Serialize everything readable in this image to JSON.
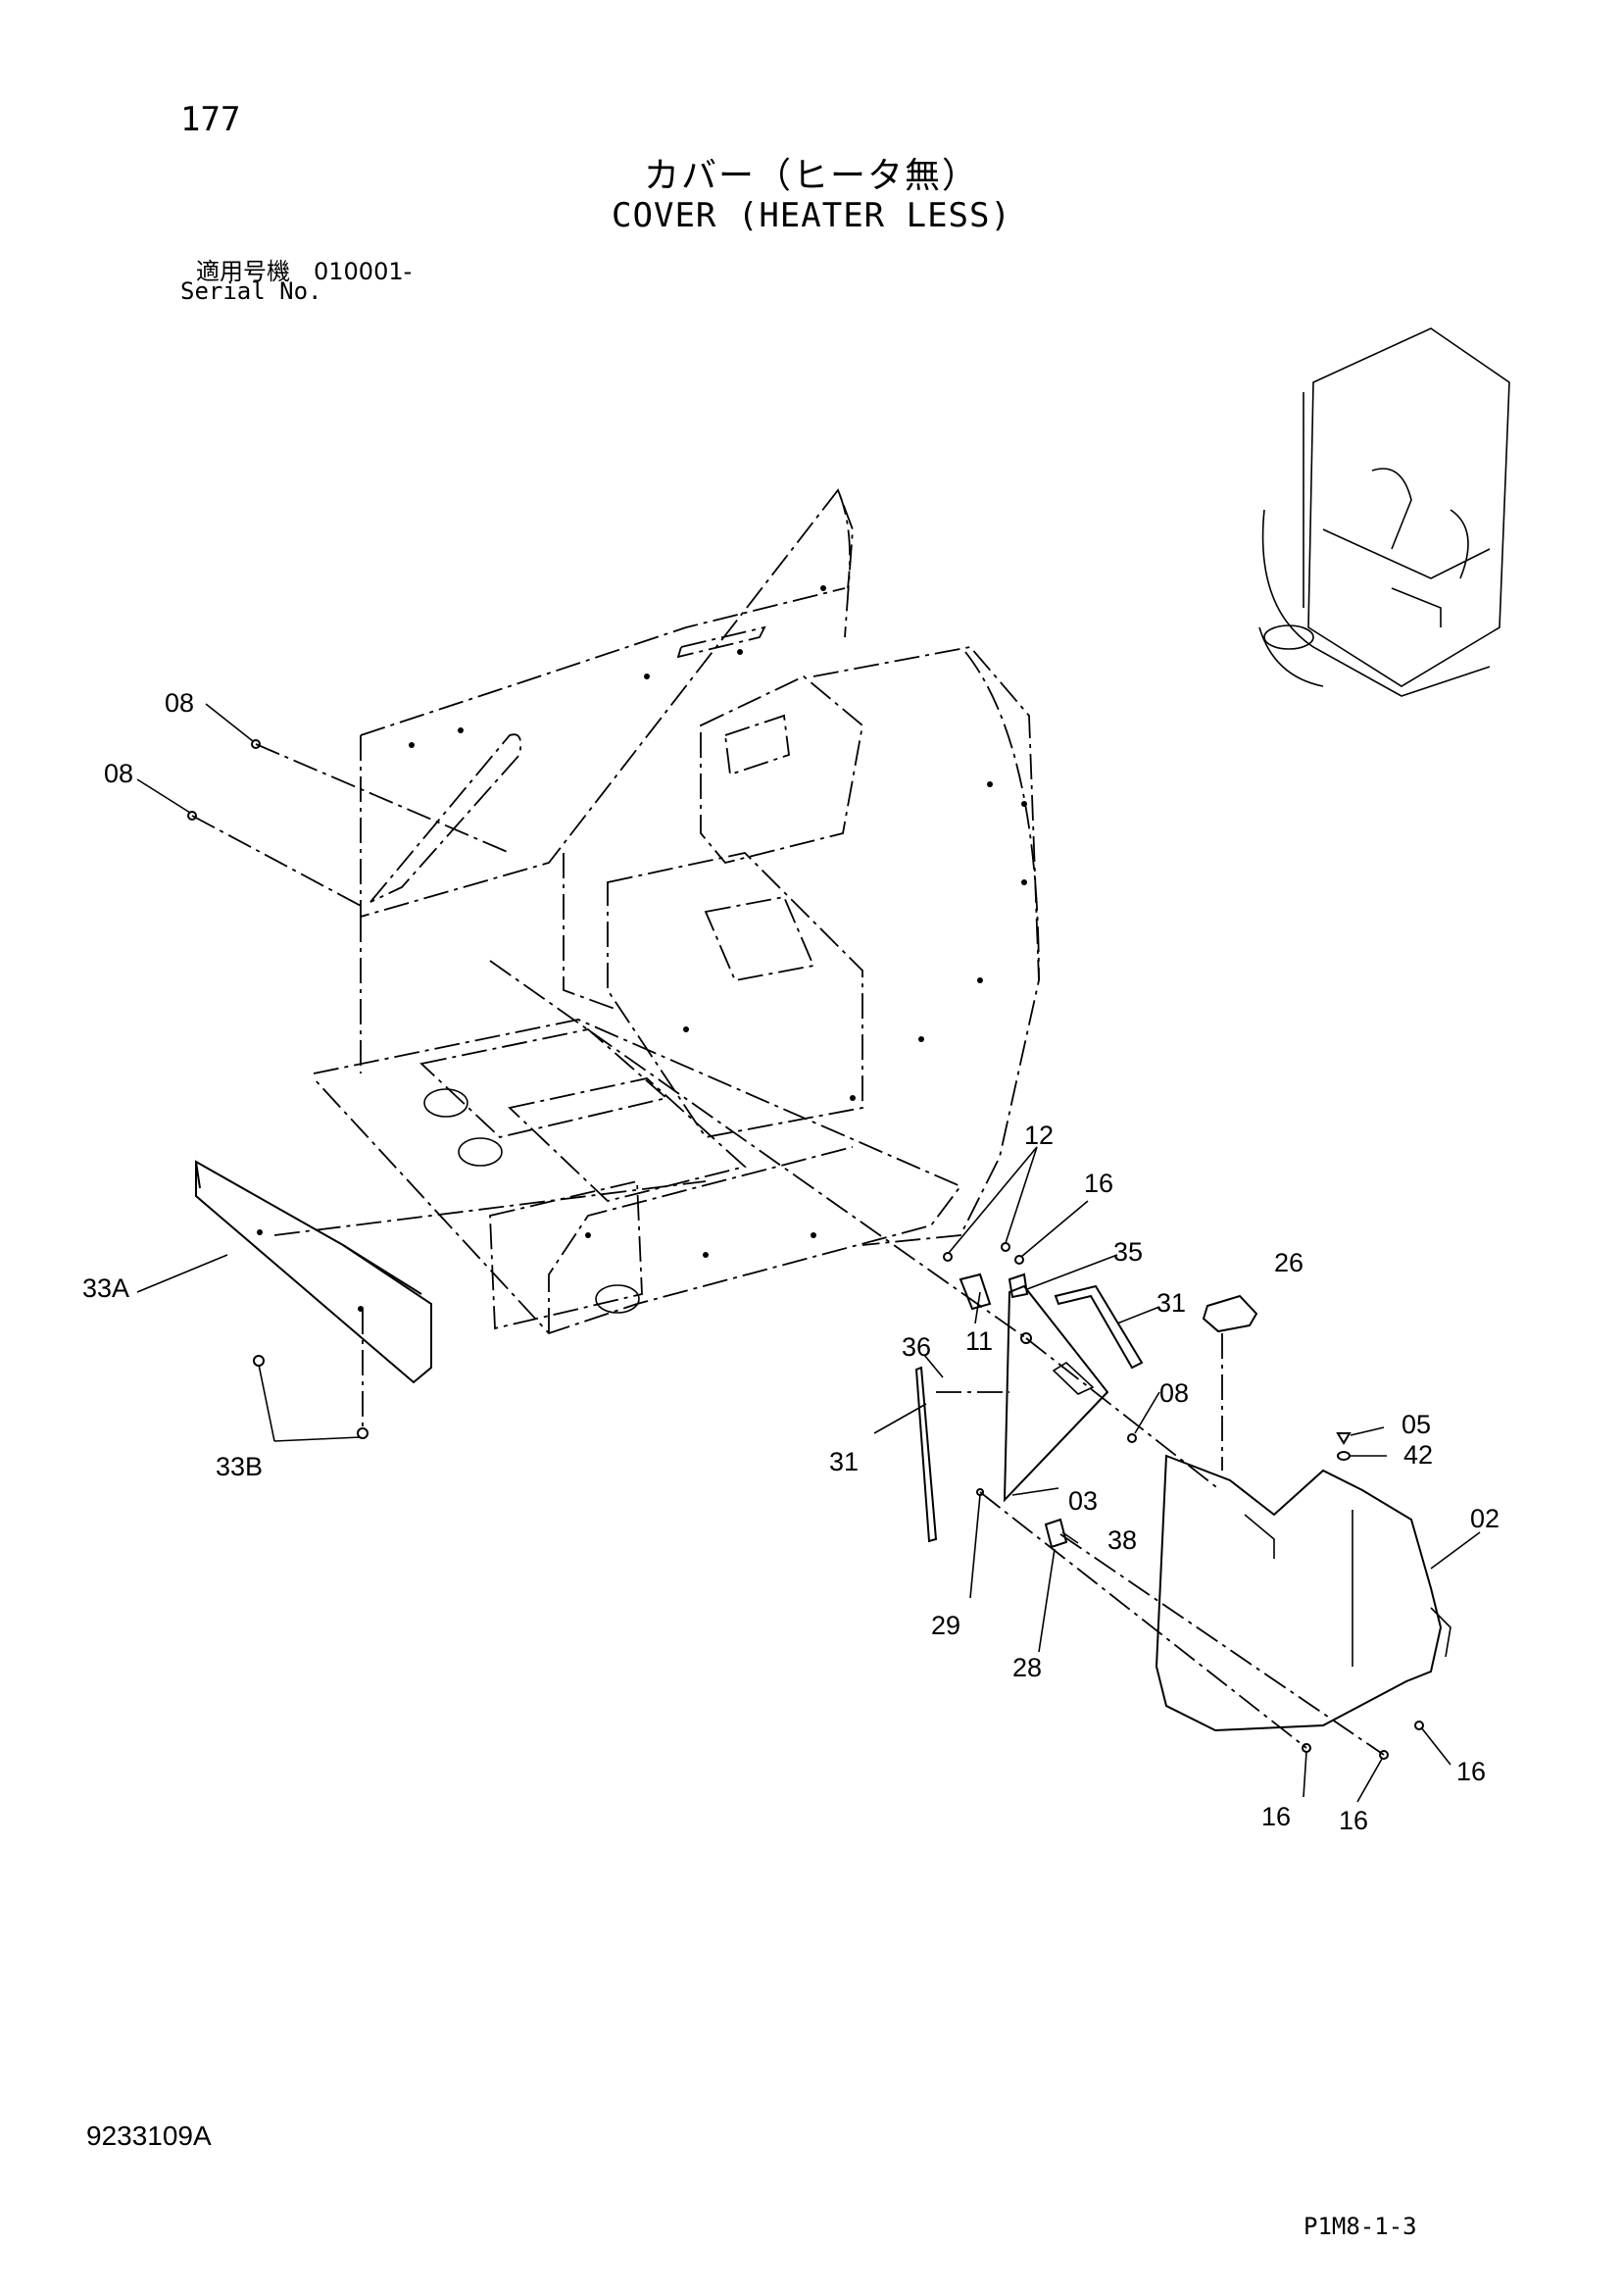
{
  "header": {
    "page_number": "177",
    "title_jp": "カバー（ヒータ無）",
    "title_en": "COVER (HEATER LESS)",
    "serial_label_jp": "適用号機　010001-",
    "serial_label_en": "Serial No."
  },
  "footer": {
    "document_number": "9233109A",
    "page_code": "P1M8-1-3"
  },
  "callouts": [
    "08",
    "08",
    "33A",
    "33B",
    "12",
    "16",
    "35",
    "11",
    "31",
    "36",
    "26",
    "08",
    "31",
    "05",
    "42",
    "03",
    "02",
    "38",
    "29",
    "28",
    "16",
    "16",
    "16"
  ]
}
